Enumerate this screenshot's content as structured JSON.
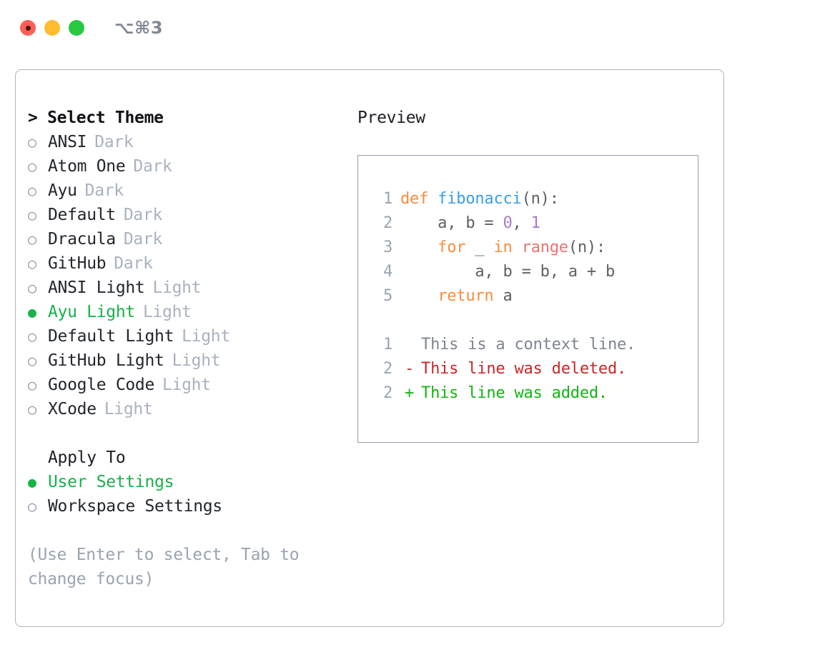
{
  "titlebar": {
    "shortcut": "⌥⌘3",
    "buttons": [
      {
        "name": "close",
        "color": "#ff5f57"
      },
      {
        "name": "minimize",
        "color": "#febc2e"
      },
      {
        "name": "maximize",
        "color": "#28c840"
      }
    ]
  },
  "theme_picker": {
    "title": "> Select Theme",
    "items": [
      {
        "bullet": "○",
        "label": "ANSI",
        "badge": "Dark",
        "selected": false
      },
      {
        "bullet": "○",
        "label": "Atom One",
        "badge": "Dark",
        "selected": false
      },
      {
        "bullet": "○",
        "label": "Ayu",
        "badge": "Dark",
        "selected": false
      },
      {
        "bullet": "○",
        "label": "Default",
        "badge": "Dark",
        "selected": false
      },
      {
        "bullet": "○",
        "label": "Dracula",
        "badge": "Dark",
        "selected": false
      },
      {
        "bullet": "○",
        "label": "GitHub",
        "badge": "Dark",
        "selected": false
      },
      {
        "bullet": "○",
        "label": "ANSI Light",
        "badge": "Light",
        "selected": false
      },
      {
        "bullet": "●",
        "label": "Ayu Light",
        "badge": "Light",
        "selected": true
      },
      {
        "bullet": "○",
        "label": "Default Light",
        "badge": "Light",
        "selected": false
      },
      {
        "bullet": "○",
        "label": "GitHub Light",
        "badge": "Light",
        "selected": false
      },
      {
        "bullet": "○",
        "label": "Google Code",
        "badge": "Light",
        "selected": false
      },
      {
        "bullet": "○",
        "label": "XCode",
        "badge": "Light",
        "selected": false
      }
    ]
  },
  "apply_to": {
    "title": "Apply To",
    "items": [
      {
        "bullet": "●",
        "label": "User Settings",
        "selected": true
      },
      {
        "bullet": "○",
        "label": "Workspace Settings",
        "selected": false
      }
    ]
  },
  "hint": "(Use Enter to select, Tab to change focus)",
  "preview": {
    "title": "Preview",
    "code_lines": [
      {
        "no": "1",
        "tokens": [
          {
            "t": "def",
            "c": "kw"
          },
          {
            "t": " ",
            "c": "plain"
          },
          {
            "t": "fibonacci",
            "c": "fn"
          },
          {
            "t": "(n):",
            "c": "plain"
          }
        ]
      },
      {
        "no": "2",
        "tokens": [
          {
            "t": "    a, b = ",
            "c": "plain"
          },
          {
            "t": "0",
            "c": "num"
          },
          {
            "t": ", ",
            "c": "plain"
          },
          {
            "t": "1",
            "c": "num"
          }
        ]
      },
      {
        "no": "3",
        "tokens": [
          {
            "t": "    ",
            "c": "plain"
          },
          {
            "t": "for",
            "c": "kw"
          },
          {
            "t": " _ ",
            "c": "plain"
          },
          {
            "t": "in",
            "c": "kw"
          },
          {
            "t": " ",
            "c": "plain"
          },
          {
            "t": "range",
            "c": "call"
          },
          {
            "t": "(n):",
            "c": "plain"
          }
        ]
      },
      {
        "no": "4",
        "tokens": [
          {
            "t": "        a, b = b, a + b",
            "c": "plain"
          }
        ]
      },
      {
        "no": "5",
        "tokens": [
          {
            "t": "    ",
            "c": "plain"
          },
          {
            "t": "return",
            "c": "kw"
          },
          {
            "t": " a",
            "c": "plain"
          }
        ]
      }
    ],
    "diff_lines": [
      {
        "no": "1",
        "marker": " ",
        "text": "This is a context line.",
        "kind": "ctx"
      },
      {
        "no": "2",
        "marker": "-",
        "text": "This line was deleted.",
        "kind": "del"
      },
      {
        "no": "2",
        "marker": "+",
        "text": "This line was added.",
        "kind": "add"
      }
    ]
  },
  "colors": {
    "accent_green": "#17b24a",
    "muted": "#a9b2bf",
    "keyword": "#fa8d3e",
    "function": "#399ee6",
    "number": "#a37acc",
    "call": "#f07171",
    "diff_delete": "#c62828",
    "diff_add": "#12b512",
    "border": "#aeb6c2"
  }
}
